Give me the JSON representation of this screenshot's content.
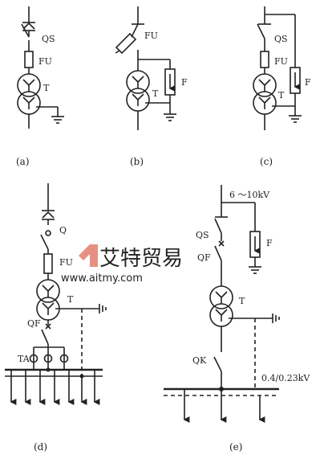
{
  "labels": {
    "qs": "QS",
    "fu": "FU",
    "t": "T",
    "f": "F",
    "q": "Q",
    "qf": "QF",
    "ta": "TA",
    "qk": "QK",
    "hv": "6 ～10kV",
    "lv": "0.4/0.23kV"
  },
  "captions": {
    "a": "(a)",
    "b": "(b)",
    "c": "(c)",
    "d": "(d)",
    "e": "(e)"
  },
  "watermark": {
    "name": "艾特贸易",
    "url": "www.aitmy.com"
  },
  "colors": {
    "line": "#222222",
    "watermark_logo": "#e06a5a",
    "watermark_text": "#b9b9b9"
  }
}
